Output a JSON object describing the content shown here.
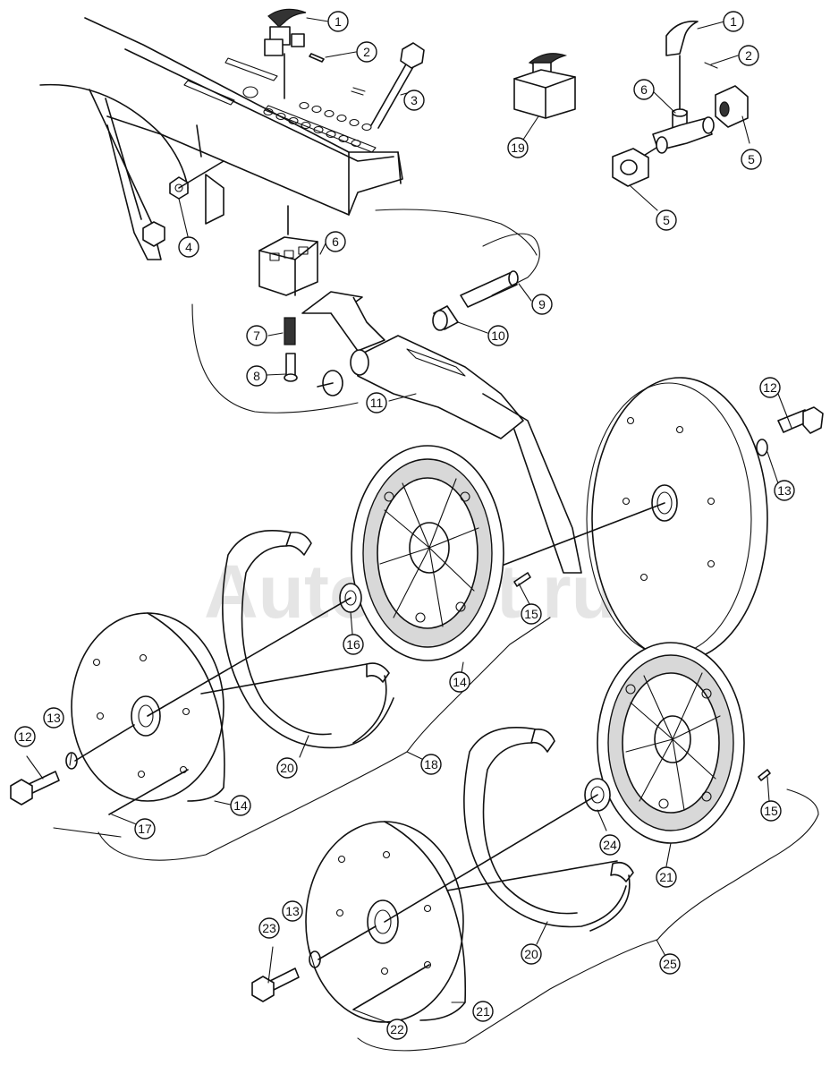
{
  "watermark": "AutoSoft.ru",
  "callouts": [
    "1",
    "2",
    "3",
    "4",
    "5",
    "6",
    "7",
    "8",
    "9",
    "10",
    "11",
    "12",
    "13",
    "14",
    "15",
    "16",
    "17",
    "18",
    "19",
    "20",
    "21",
    "22",
    "23",
    "24",
    "25"
  ]
}
